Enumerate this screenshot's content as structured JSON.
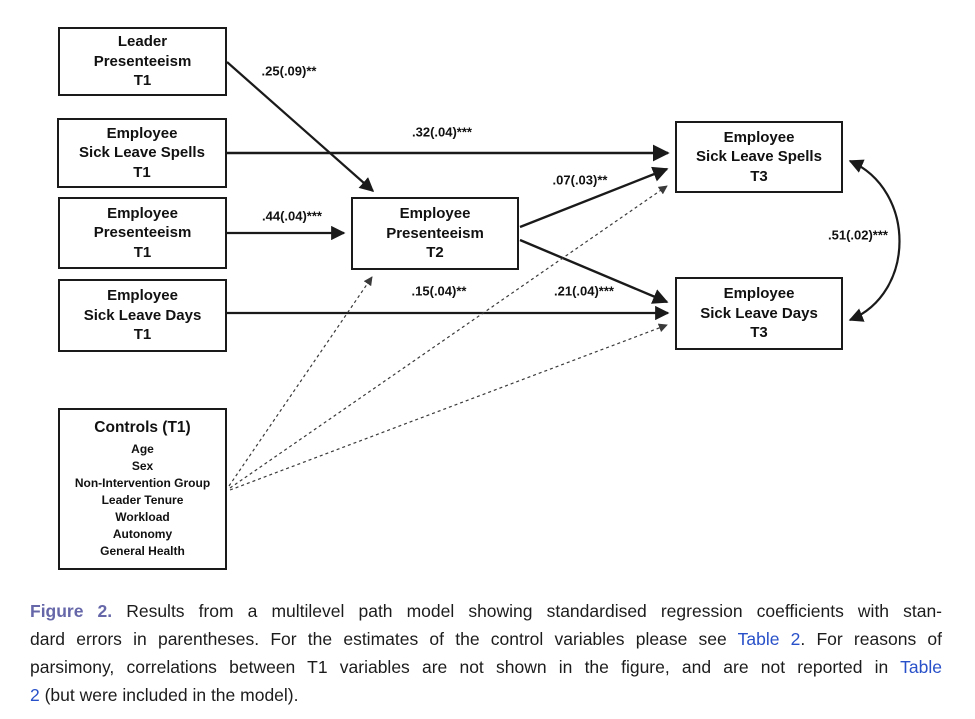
{
  "colors": {
    "line": "#1a1a1a",
    "dashed_line": "#3a3a3a",
    "text": "#111111",
    "figure_label": "#6667a9",
    "link": "#2850c8",
    "background": "#ffffff"
  },
  "diagram": {
    "boxes": {
      "leader_t1": {
        "lines": [
          "Leader",
          "Presenteeism",
          "T1"
        ]
      },
      "spells_t1": {
        "lines": [
          "Employee",
          "Sick Leave Spells",
          "T1"
        ]
      },
      "pres_t1": {
        "lines": [
          "Employee",
          "Presenteeism",
          "T1"
        ]
      },
      "days_t1": {
        "lines": [
          "Employee",
          "Sick Leave Days",
          "T1"
        ]
      },
      "pres_t2": {
        "lines": [
          "Employee",
          "Presenteeism",
          "T2"
        ]
      },
      "spells_t3": {
        "lines": [
          "Employee",
          "Sick Leave Spells",
          "T3"
        ]
      },
      "days_t3": {
        "lines": [
          "Employee",
          "Sick Leave Days",
          "T3"
        ]
      },
      "controls": {
        "title": "Controls (T1)",
        "items": [
          "Age",
          "Sex",
          "Non-Intervention Group",
          "Leader Tenure",
          "Workload",
          "Autonomy",
          "General Health"
        ]
      }
    },
    "coefficients": {
      "leader_t1_to_pres_t2": ".25(.09)**",
      "spells_t1_to_spells_t3": ".32(.04)***",
      "pres_t1_to_pres_t2": ".44(.04)***",
      "pres_t2_to_spells_t3": ".07(.03)**",
      "pres_t2_to_days_t3": ".21(.04)***",
      "days_t1_to_days_t3": ".15(.04)**",
      "spells_t3_days_t3_corr": ".51(.02)***"
    }
  },
  "caption": {
    "lines": [
      {
        "spans": [
          {
            "style": "figure-label",
            "text": "Figure 2."
          },
          {
            "style": "normal",
            "text": " Results from a multilevel path model showing standardised regression coefficients with stan-"
          }
        ]
      },
      {
        "spans": [
          {
            "style": "normal",
            "text": "dard errors in parentheses. For the estimates of the control variables please see "
          },
          {
            "style": "link",
            "text": "Table 2"
          },
          {
            "style": "normal",
            "text": ". For reasons of"
          }
        ]
      },
      {
        "spans": [
          {
            "style": "normal",
            "text": "parsimony, correlations between T1 variables are not shown in the figure, and are not reported in "
          },
          {
            "style": "link",
            "text": "Table"
          }
        ]
      },
      {
        "spans": [
          {
            "style": "link",
            "text": "2"
          },
          {
            "style": "normal",
            "text": " (but were included in the model)."
          }
        ]
      }
    ]
  }
}
